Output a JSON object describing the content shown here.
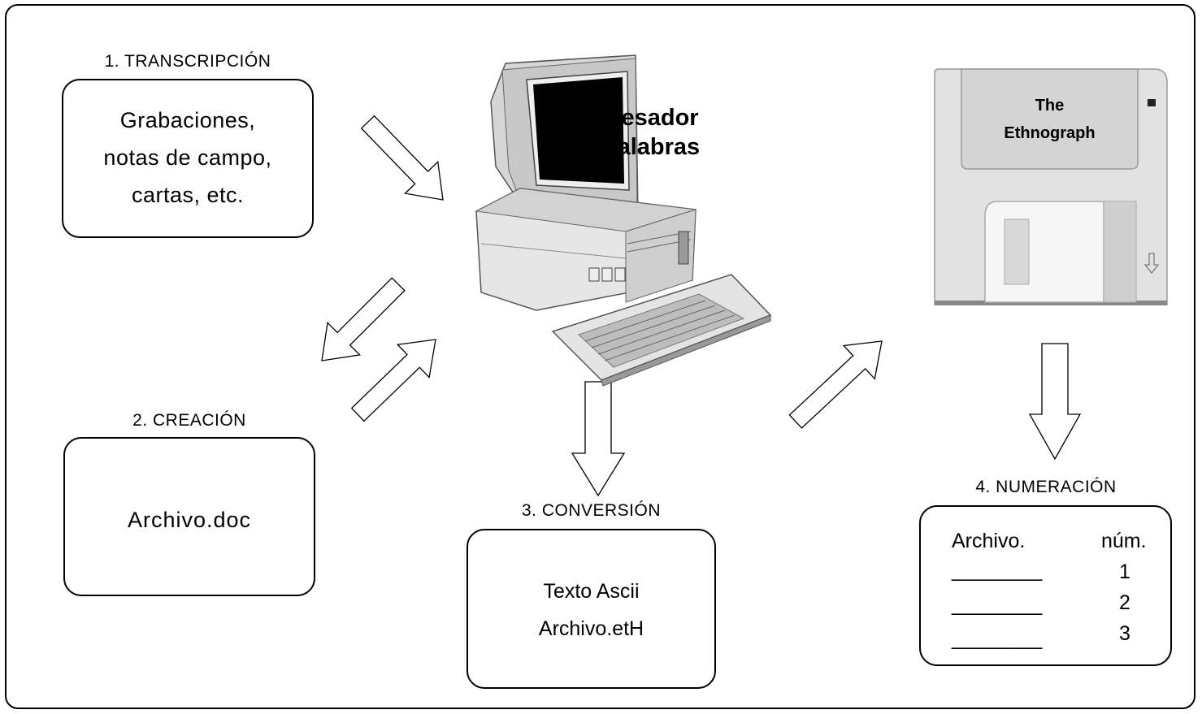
{
  "steps": [
    {
      "label": "1. TRANSCRIPCIÓN",
      "lines": [
        "Grabaciones,",
        "notas de campo,",
        "cartas, etc."
      ]
    },
    {
      "label": "2.  CREACIÓN",
      "lines": [
        "Archivo.doc"
      ]
    },
    {
      "label": "3.  CONVERSIÓN",
      "lines": [
        "Texto Ascii",
        "Archivo.etH"
      ]
    },
    {
      "label": "4.  NUMERACIÓN"
    }
  ],
  "computer": {
    "screen_line1": "Procesador",
    "screen_line2": "de palabras"
  },
  "disk": {
    "line1": "The",
    "line2": "Ethnograph"
  },
  "numbering": {
    "header_file": "Archivo.",
    "header_num": "núm.",
    "rows": [
      {
        "blank": "________",
        "num": "1"
      },
      {
        "blank": "________",
        "num": "2"
      },
      {
        "blank": "________",
        "num": "3"
      }
    ]
  }
}
